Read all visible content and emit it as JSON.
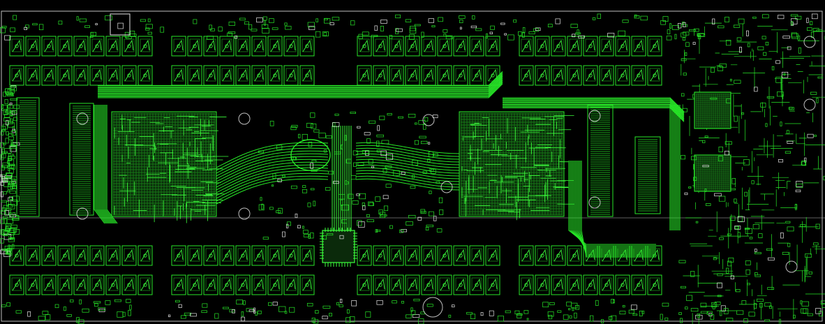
{
  "canvas": {
    "background": "#000000",
    "trace": "#27e627",
    "trace_bright": "#3cff3c",
    "trace_dim": "#1a8a1a",
    "outline": "#bfbfbf",
    "white_mark": "#e6e6e6"
  },
  "layout_notes": {
    "board_type": "pcb-layout",
    "modules": [
      "memory-tiles-top",
      "memory-tiles-bottom",
      "bga-left",
      "bga-right",
      "connector-left",
      "connector-right",
      "center-bus",
      "right-controller"
    ]
  }
}
